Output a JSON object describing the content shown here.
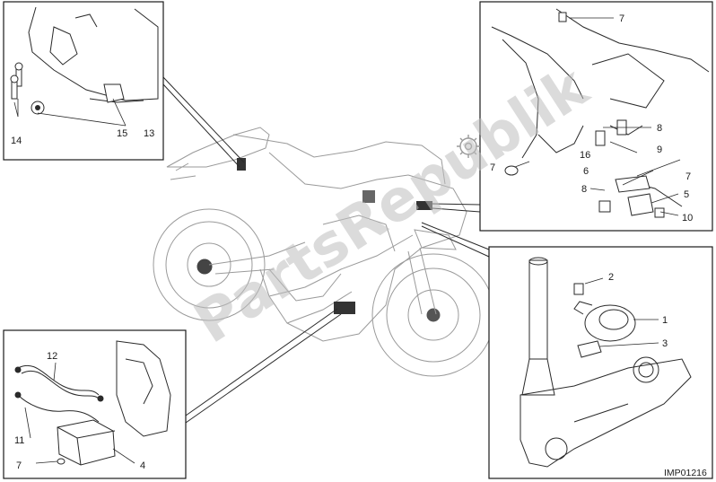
{
  "drawing_code": "IMP01216",
  "watermark": "PartsRepublik",
  "callouts": {
    "top_left": [
      "14",
      "15",
      "13"
    ],
    "top_right": [
      "7",
      "8",
      "16",
      "6",
      "9",
      "7",
      "7",
      "8",
      "5",
      "10"
    ],
    "bottom_right": [
      "2",
      "1",
      "3"
    ],
    "bottom_left": [
      "12",
      "11",
      "7",
      "4"
    ]
  },
  "colors": {
    "line": "#2a2a2a",
    "faint": "#9a9a9a",
    "frame": "#1a1a1a"
  }
}
